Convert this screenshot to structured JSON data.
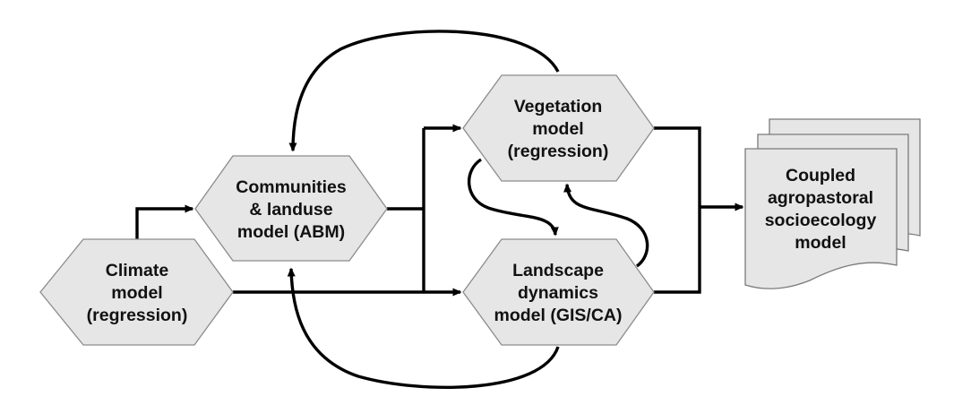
{
  "diagram": {
    "type": "flowchart",
    "nodes": [
      {
        "id": "climate",
        "shape": "hexagon",
        "lines": [
          "Climate",
          "model",
          "(regression)"
        ]
      },
      {
        "id": "communities",
        "shape": "hexagon",
        "lines": [
          "Communities",
          "& landuse",
          "model (ABM)"
        ]
      },
      {
        "id": "vegetation",
        "shape": "hexagon",
        "lines": [
          "Vegetation",
          "model",
          "(regression)"
        ]
      },
      {
        "id": "landscape",
        "shape": "hexagon",
        "lines": [
          "Landscape",
          "dynamics",
          "model (GIS/CA)"
        ]
      },
      {
        "id": "coupled",
        "shape": "multi-document",
        "lines": [
          "Coupled",
          "agropastoral",
          "socioecology",
          "model"
        ]
      }
    ],
    "edges": [
      {
        "from": "climate",
        "to": "communities"
      },
      {
        "from": "climate",
        "to": "landscape"
      },
      {
        "from": "climate",
        "to": "vegetation"
      },
      {
        "from": "communities",
        "to": "vegetation"
      },
      {
        "from": "communities",
        "to": "landscape"
      },
      {
        "from": "vegetation",
        "to": "communities"
      },
      {
        "from": "landscape",
        "to": "communities"
      },
      {
        "from": "vegetation",
        "to": "landscape"
      },
      {
        "from": "landscape",
        "to": "vegetation"
      },
      {
        "from": "vegetation",
        "to": "coupled"
      },
      {
        "from": "landscape",
        "to": "coupled"
      }
    ],
    "colors": {
      "node_fill": "#e6e6e6",
      "node_stroke": "#8c8c8c",
      "edge": "#000000",
      "text": "#111111"
    }
  }
}
